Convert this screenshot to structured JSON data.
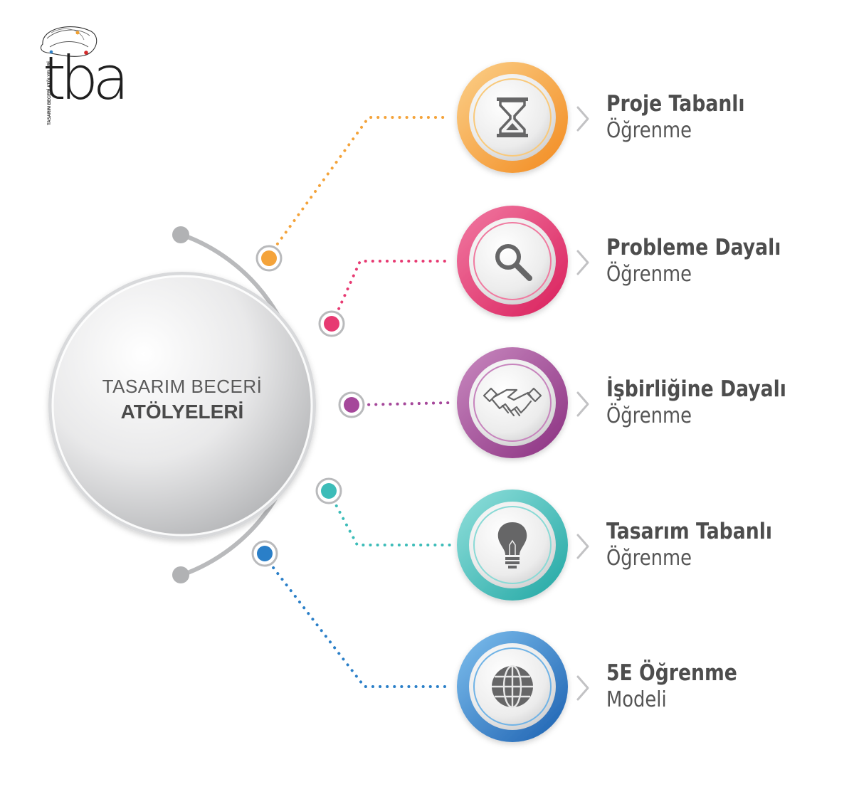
{
  "logo": {
    "letters": "tba",
    "subtitle": "TASARIM BECERİ ATÖLYELERİ"
  },
  "hub": {
    "line1": "TASARIM BECERİ",
    "line2": "ATÖLYELERİ"
  },
  "items": [
    {
      "title": "Proje Tabanlı",
      "subtitle": "Öğrenme",
      "icon": "hourglass-icon",
      "color": "#f4a33a",
      "color_light": "#f9c97a"
    },
    {
      "title": "Probleme Dayalı",
      "subtitle": "Öğrenme",
      "icon": "magnifier-icon",
      "color": "#e73a72",
      "color_light": "#f07aa0"
    },
    {
      "title": "İşbirliğine Dayalı",
      "subtitle": "Öğrenme",
      "icon": "handshake-icon",
      "color": "#a5479a",
      "color_light": "#c784bd"
    },
    {
      "title": "Tasarım Tabanlı",
      "subtitle": "Öğrenme",
      "icon": "lightbulb-icon",
      "color": "#3cbcb8",
      "color_light": "#8adad6"
    },
    {
      "title": "5E Öğrenme",
      "subtitle": "Modeli",
      "icon": "globe-icon",
      "color": "#2a7fc8",
      "color_light": "#6fb3e6"
    }
  ]
}
